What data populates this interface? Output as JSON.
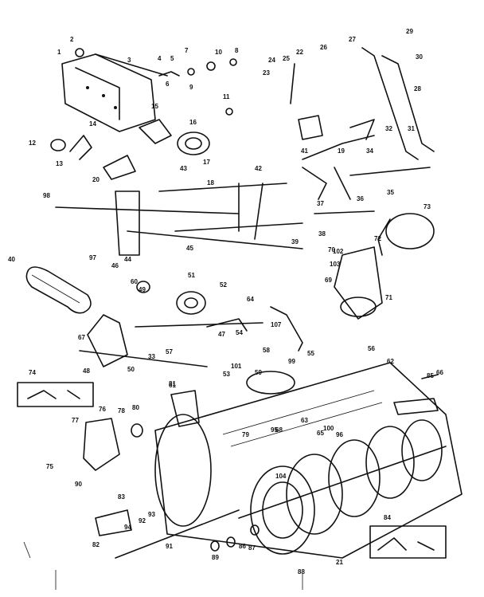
{
  "colors": {
    "ink": "#111111",
    "paper": "#ffffff"
  },
  "callouts": [
    "1",
    "2",
    "3",
    "4",
    "5",
    "6",
    "7",
    "8",
    "9",
    "10",
    "11",
    "12",
    "13",
    "14",
    "15",
    "16",
    "17",
    "18",
    "19",
    "20",
    "21",
    "22",
    "23",
    "24",
    "25",
    "26",
    "27",
    "28",
    "29",
    "30",
    "31",
    "32",
    "33",
    "34",
    "35",
    "36",
    "37",
    "38",
    "39",
    "40",
    "41",
    "42",
    "43",
    "44",
    "45",
    "46",
    "47",
    "48",
    "49",
    "50",
    "51",
    "52",
    "53",
    "54",
    "55",
    "56",
    "57",
    "58",
    "59",
    "60",
    "61",
    "62",
    "63",
    "64",
    "65",
    "66",
    "67",
    "68",
    "69",
    "70",
    "71",
    "72",
    "73",
    "74",
    "75",
    "76",
    "77",
    "78",
    "79",
    "80",
    "81",
    "82",
    "83",
    "84",
    "85",
    "86",
    "87",
    "88",
    "89",
    "90",
    "91",
    "92",
    "93",
    "94",
    "95",
    "96",
    "97",
    "98",
    "99",
    "100",
    "101",
    "102",
    "103",
    "104",
    "107"
  ]
}
